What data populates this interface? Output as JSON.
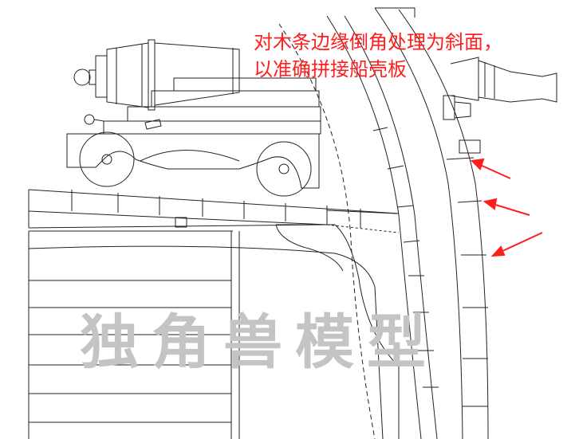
{
  "annotation": {
    "line1": "对木条边缘倒角处理为斜面，",
    "line2": "以准确拼接船壳板",
    "color": "#ff1e1e"
  },
  "watermark": {
    "text": "独角兽模型",
    "color": "#c4c4c4"
  },
  "arrows_color": "#ff1e1e",
  "line_color": "#222222"
}
